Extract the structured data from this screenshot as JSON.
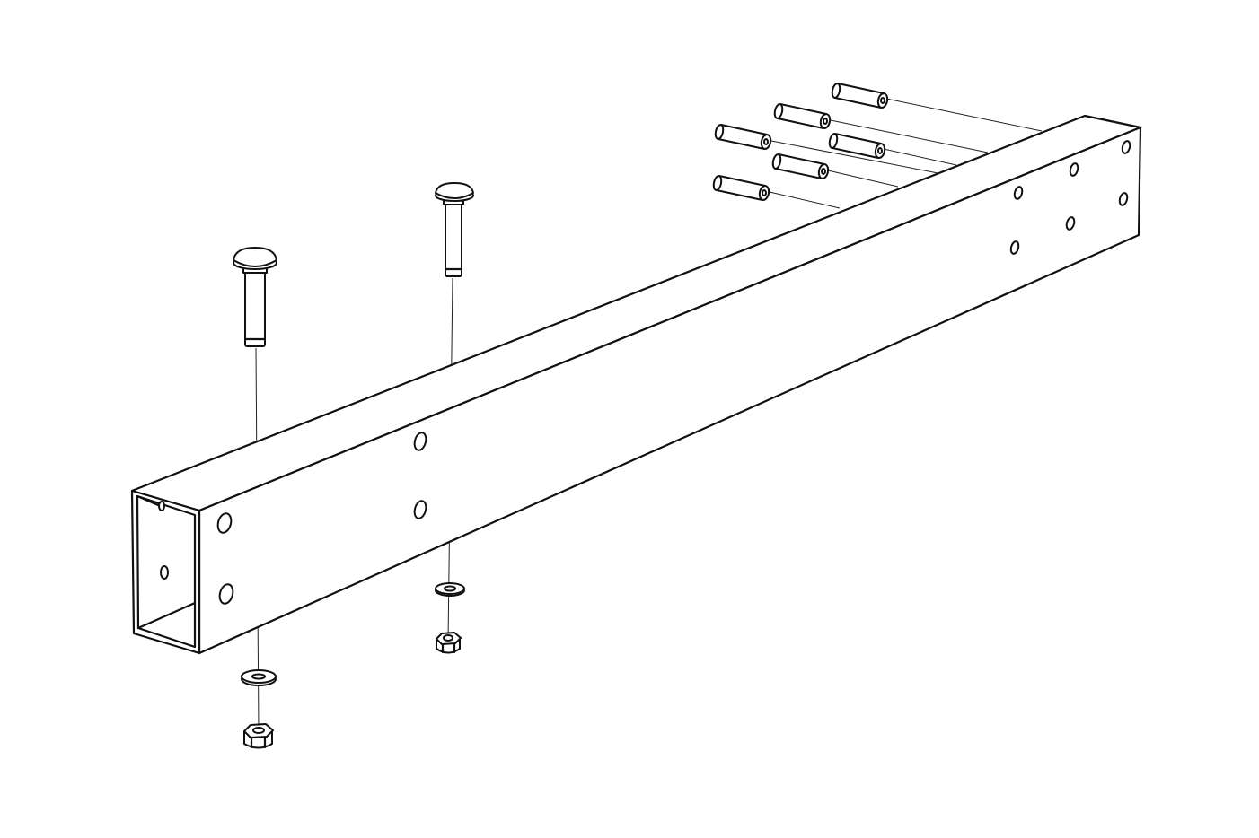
{
  "diagram": {
    "type": "exploded-assembly",
    "background": "#ffffff",
    "line_color": "#111111",
    "parts": [
      {
        "id": "tube",
        "name": "square-tube-beam"
      },
      {
        "id": "bolt_left",
        "name": "carriage-bolt"
      },
      {
        "id": "bolt_right",
        "name": "carriage-bolt"
      },
      {
        "id": "washer_left",
        "name": "washer"
      },
      {
        "id": "washer_right",
        "name": "washer"
      },
      {
        "id": "nut_left",
        "name": "lock-nut"
      },
      {
        "id": "nut_right",
        "name": "lock-nut"
      },
      {
        "id": "spacers",
        "name": "spacer-tube",
        "count": 6
      }
    ]
  }
}
